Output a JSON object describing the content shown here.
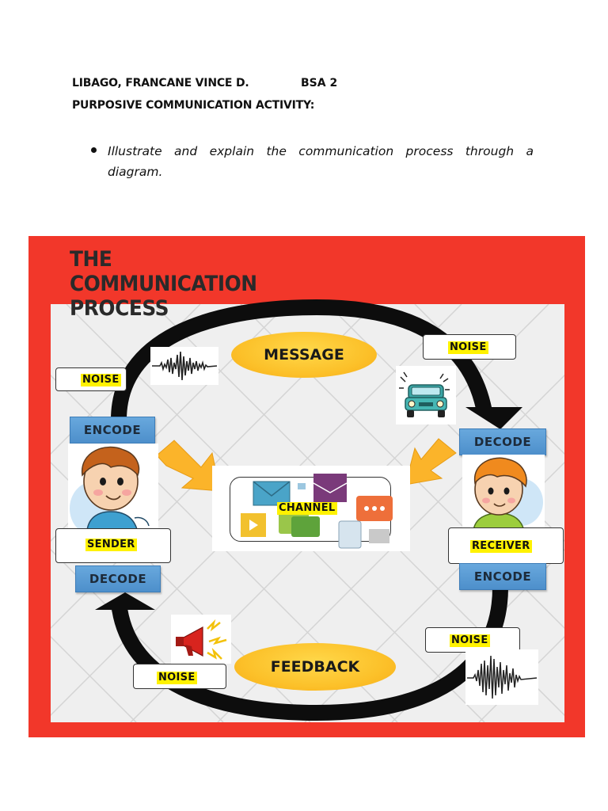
{
  "document": {
    "student_name": "LIBAGO, FRANCANE VINCE D.",
    "class_code": "BSA 2",
    "activity_title": "PURPOSIVE COMMUNICATION ACTIVITY:",
    "instruction": "Illustrate and explain the communication process through a diagram."
  },
  "diagram": {
    "title_lines": [
      "THE",
      "COMMUNICATION",
      "PROCESS"
    ],
    "message": "MESSAGE",
    "feedback": "FEEDBACK",
    "channel": "CHANNEL",
    "sender": "SENDER",
    "receiver": "RECEIVER",
    "sender_encode": "ENCODE",
    "sender_decode": "DECODE",
    "receiver_decode": "DECODE",
    "receiver_encode": "ENCODE",
    "noise_top_left": "NOISE",
    "noise_top_right": "NOISE",
    "noise_bottom_left": "NOISE",
    "noise_bottom_right": "NOISE",
    "colors": {
      "poster_red": "#f2372a",
      "oval_yellow": "#fcc12a",
      "button_blue": "#5a9ad5",
      "highlight": "#fff200",
      "arrow": "#111111"
    }
  }
}
